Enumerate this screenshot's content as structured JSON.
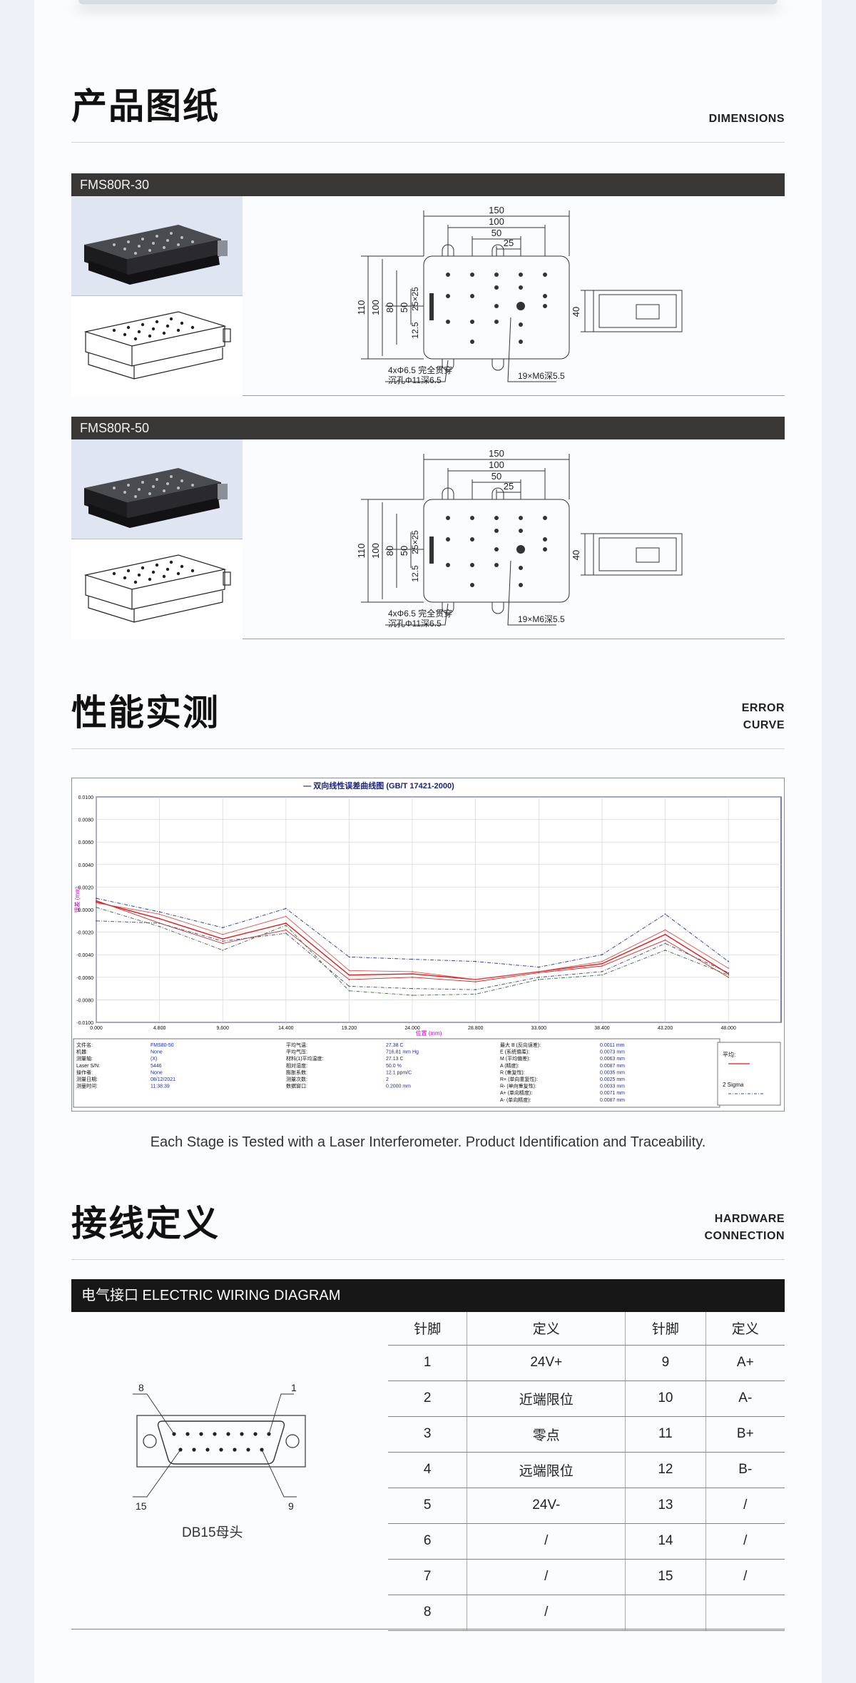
{
  "sections": {
    "dimensions": {
      "title": "产品图纸",
      "en": "DIMENSIONS"
    },
    "performance": {
      "title": "性能实测",
      "en_line1": "ERROR",
      "en_line2": "CURVE"
    },
    "wiring": {
      "title": "接线定义",
      "en_line1": "HARDWARE",
      "en_line2": "CONNECTION"
    }
  },
  "models": [
    {
      "name": "FMS80R-30"
    },
    {
      "name": "FMS80R-50"
    }
  ],
  "drawing": {
    "dim_150": "150",
    "dim_100": "100",
    "dim_50": "50",
    "dim_25": "25",
    "dim_110": "110",
    "dim_v100": "100",
    "dim_80": "80",
    "dim_v50": "50",
    "dim_25x25": "25×25",
    "dim_12_5": "12.5",
    "dim_40": "40",
    "note_holes_1": "4xΦ6.5 完全贯穿",
    "note_holes_2": "沉孔Φ11深6.5",
    "note_threads": "19×M6深5.5"
  },
  "chart_data": {
    "type": "line",
    "title": "— 双向线性误差曲线图  (GB/T 17421-2000)",
    "xlabel": "位置 (mm)",
    "ylabel": "误差 (mm)",
    "x": [
      0.0,
      4.8,
      9.6,
      14.4,
      19.2,
      24.0,
      28.8,
      33.6,
      38.4,
      43.2,
      48.0
    ],
    "x_ticks": [
      "0.000",
      "4.800",
      "9.600",
      "14.400",
      "19.200",
      "24.000",
      "28.800",
      "33.600",
      "38.400",
      "43.200",
      "48.000"
    ],
    "y_ticks": [
      "0.0100",
      "0.0080",
      "0.0060",
      "0.0040",
      "0.0020",
      "0.0000",
      "-0.0020",
      "-0.0040",
      "-0.0060",
      "-0.0080",
      "-0.0100"
    ],
    "ylim": [
      -0.01,
      0.01
    ],
    "xlim": [
      0,
      52
    ],
    "series": [
      {
        "name": "平均",
        "color": "#e01818",
        "values": [
          0.0007,
          -0.0008,
          -0.0026,
          -0.0012,
          -0.0058,
          -0.0057,
          -0.0062,
          -0.0055,
          -0.0048,
          -0.0022,
          -0.0057
        ]
      },
      {
        "values": [
          0.0006,
          -0.0004,
          -0.0022,
          -0.0006,
          -0.0054,
          -0.0055,
          -0.0062,
          -0.0055,
          -0.0046,
          -0.0018,
          -0.0052
        ]
      },
      {
        "values": [
          0.0008,
          -0.0012,
          -0.003,
          -0.0018,
          -0.0062,
          -0.006,
          -0.0064,
          -0.0056,
          -0.005,
          -0.0027,
          -0.006
        ]
      },
      {
        "name": "2 Sigma",
        "color": "#3344aa",
        "values": [
          0.001,
          -0.0002,
          -0.0016,
          0.0001,
          -0.0042,
          -0.0044,
          -0.0046,
          -0.0051,
          -0.004,
          -0.0004,
          -0.0046
        ]
      },
      {
        "values": [
          0.0002,
          -0.0015,
          -0.0036,
          -0.0014,
          -0.0072,
          -0.0076,
          -0.0075,
          -0.0062,
          -0.0058,
          -0.0036,
          -0.0058
        ]
      },
      {
        "values": [
          -0.001,
          -0.0012,
          -0.0028,
          -0.0021,
          -0.0068,
          -0.007,
          -0.0071,
          -0.006,
          -0.0055,
          -0.003,
          -0.0056
        ]
      }
    ],
    "grid": true,
    "info_col1": [
      [
        "文件名:",
        "FMS80-50"
      ],
      [
        "机器:",
        "None"
      ],
      [
        "测量轴:",
        "(X)"
      ],
      [
        "Laser S/N:",
        "5446"
      ],
      [
        "操作者:",
        "None"
      ],
      [
        "测量日期:",
        "08/12/2021"
      ],
      [
        "测量时间:",
        "11:38:39"
      ]
    ],
    "info_col2": [
      [
        "平均气温:",
        "27.38 C"
      ],
      [
        "平均气压:",
        "716.81 mm Hg"
      ],
      [
        "材料(1)平均温度:",
        "27.13 C"
      ],
      [
        "相对湿度:",
        "50.0 %"
      ],
      [
        "膨胀系数:",
        "12.1 ppm/C"
      ],
      [
        "测量次数:",
        "2"
      ],
      [
        "数据窗口:",
        "0.2000 mm"
      ]
    ],
    "info_col3": [
      [
        "最大 B (反向误差):",
        "0.0011 mm"
      ],
      [
        "E (系统偏差):",
        "0.0073 mm"
      ],
      [
        "M (平均偏差):",
        "0.0063 mm"
      ],
      [
        "A (精度):",
        "0.0087 mm"
      ],
      [
        "R (重复性):",
        "0.0035 mm"
      ],
      [
        "R+ (单向重复性):",
        "0.0025 mm"
      ],
      [
        "R- (单向重复性):",
        "0.0033 mm"
      ],
      [
        "A+ (单向精度):",
        "0.0071 mm"
      ],
      [
        "A- (单向精度):",
        "0.0087 mm"
      ]
    ],
    "legend_title": "平均:",
    "legend_sigma": "2 Sigma"
  },
  "caption": "Each Stage is Tested with a Laser Interferometer. Product Identification and Traceability.",
  "wiring": {
    "band": "电气接口 ELECTRIC  WIRING  DIAGRAM",
    "headers": [
      "针脚",
      "定义",
      "针脚",
      "定义"
    ],
    "rows": [
      [
        "1",
        "24V+",
        "9",
        "A+"
      ],
      [
        "2",
        "近端限位",
        "10",
        "A-"
      ],
      [
        "3",
        "零点",
        "11",
        "B+"
      ],
      [
        "4",
        "远端限位",
        "12",
        "B-"
      ],
      [
        "5",
        "24V-",
        "13",
        "/"
      ],
      [
        "6",
        "/",
        "14",
        "/"
      ],
      [
        "7",
        "/",
        "15",
        "/"
      ],
      [
        "8",
        "/",
        "",
        ""
      ]
    ],
    "connector_label": "DB15母头",
    "pin_8": "8",
    "pin_1": "1",
    "pin_15": "15",
    "pin_9": "9"
  }
}
